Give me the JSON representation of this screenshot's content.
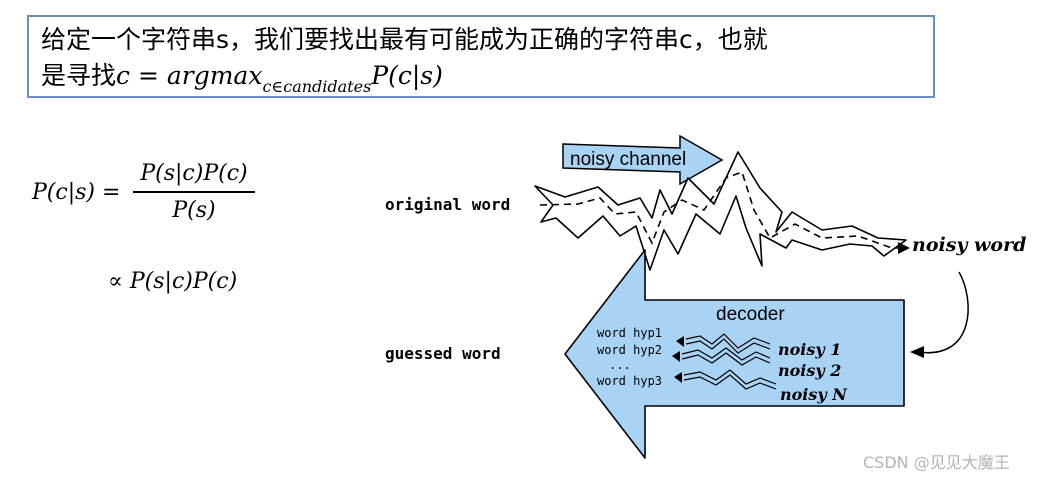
{
  "intro": {
    "line1": "给定一个字符串s，我们要找出最有可能成为正确的字符串c，也就",
    "line2_prefix": "是寻找",
    "line2_formula": "c = argmax",
    "line2_subscript": "c∈candidates",
    "line2_tail": "P(c|s)"
  },
  "equation": {
    "lhs": "P(c|s) =",
    "numerator": "P(s|c)P(c)",
    "denominator": "P(s)",
    "proportional": "∝ P(s|c)P(c)"
  },
  "diagram": {
    "channel_label": "noisy channel",
    "original_word": "original word",
    "noisy_word": "noisy word",
    "decoder_label": "decoder",
    "guessed_word": "guessed word",
    "hypotheses": [
      "word hyp1",
      "word hyp2",
      "...",
      "word hyp3"
    ],
    "noisy_outputs": [
      "noisy 1",
      "noisy 2",
      "noisy N"
    ]
  },
  "colors": {
    "arrow_fill": "#a9d3f5",
    "box_border": "#6a8fc0"
  },
  "watermark": "CSDN @见见大魔王"
}
